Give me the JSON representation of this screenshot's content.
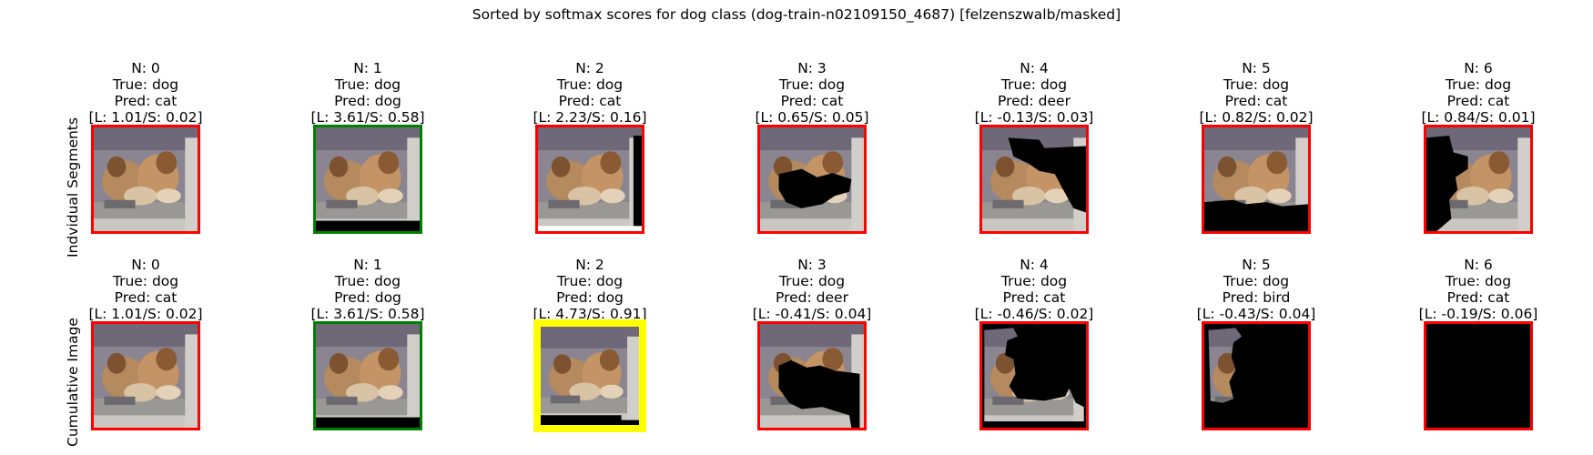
{
  "title": "Sorted by softmax scores for dog class (dog-train-n02109150_4687) [felzenszwalb/masked]",
  "colors": {
    "wrong": "#ff0000",
    "correct": "#008000",
    "best": "#ffff00"
  },
  "chart_data": {
    "type": "image-grid",
    "title": "Sorted by softmax scores for dog class (dog-train-n02109150_4687) [felzenszwalb/masked]",
    "rows": [
      {
        "label": "Indvidual Segments",
        "cells": [
          {
            "n": "N: 0",
            "true": "True: dog",
            "pred": "Pred: cat",
            "scores": "[L: 1.01/S: 0.02]",
            "logit": 1.01,
            "softmax": 0.02,
            "border": "wrong",
            "mask": "full"
          },
          {
            "n": "N: 1",
            "true": "True: dog",
            "pred": "Pred: dog",
            "scores": "[L: 3.61/S: 0.58]",
            "logit": 3.61,
            "softmax": 0.58,
            "border": "correct",
            "mask": "bottom-strip"
          },
          {
            "n": "N: 2",
            "true": "True: dog",
            "pred": "Pred: cat",
            "scores": "[L: 2.23/S: 0.16]",
            "logit": 2.23,
            "softmax": 0.16,
            "border": "wrong",
            "mask": "right-strip"
          },
          {
            "n": "N: 3",
            "true": "True: dog",
            "pred": "Pred: cat",
            "scores": "[L: 0.65/S: 0.05]",
            "logit": 0.65,
            "softmax": 0.05,
            "border": "wrong",
            "mask": "center-hole"
          },
          {
            "n": "N: 4",
            "true": "True: dog",
            "pred": "Pred: deer",
            "scores": "[L: -0.13/S: 0.03]",
            "logit": -0.13,
            "softmax": 0.03,
            "border": "wrong",
            "mask": "top-right-hole"
          },
          {
            "n": "N: 5",
            "true": "True: dog",
            "pred": "Pred: cat",
            "scores": "[L: 0.82/S: 0.02]",
            "logit": 0.82,
            "softmax": 0.02,
            "border": "wrong",
            "mask": "bottom-hole"
          },
          {
            "n": "N: 6",
            "true": "True: dog",
            "pred": "Pred: cat",
            "scores": "[L: 0.84/S: 0.01]",
            "logit": 0.84,
            "softmax": 0.01,
            "border": "wrong",
            "mask": "left-hole"
          }
        ]
      },
      {
        "label": "Cumulative Image",
        "cells": [
          {
            "n": "N: 0",
            "true": "True: dog",
            "pred": "Pred: cat",
            "scores": "[L: 1.01/S: 0.02]",
            "logit": 1.01,
            "softmax": 0.02,
            "border": "wrong",
            "mask": "full"
          },
          {
            "n": "N: 1",
            "true": "True: dog",
            "pred": "Pred: dog",
            "scores": "[L: 3.61/S: 0.58]",
            "logit": 3.61,
            "softmax": 0.58,
            "border": "correct",
            "mask": "bottom-strip"
          },
          {
            "n": "N: 2",
            "true": "True: dog",
            "pred": "Pred: dog",
            "scores": "[L: 4.73/S: 0.91]",
            "logit": 4.73,
            "softmax": 0.91,
            "border": "best",
            "mask": "bottom-strip-2"
          },
          {
            "n": "N: 3",
            "true": "True: dog",
            "pred": "Pred: deer",
            "scores": "[L: -0.41/S: 0.04]",
            "logit": -0.41,
            "softmax": 0.04,
            "border": "wrong",
            "mask": "center-hole-cum"
          },
          {
            "n": "N: 4",
            "true": "True: dog",
            "pred": "Pred: cat",
            "scores": "[L: -0.46/S: 0.02]",
            "logit": -0.46,
            "softmax": 0.02,
            "border": "wrong",
            "mask": "mostly-black"
          },
          {
            "n": "N: 5",
            "true": "True: dog",
            "pred": "Pred: bird",
            "scores": "[L: -0.43/S: 0.04]",
            "logit": -0.43,
            "softmax": 0.04,
            "border": "wrong",
            "mask": "left-fragment"
          },
          {
            "n": "N: 6",
            "true": "True: dog",
            "pred": "Pred: cat",
            "scores": "[L: -0.19/S: 0.06]",
            "logit": -0.19,
            "softmax": 0.06,
            "border": "wrong",
            "mask": "all-black"
          }
        ]
      }
    ]
  }
}
